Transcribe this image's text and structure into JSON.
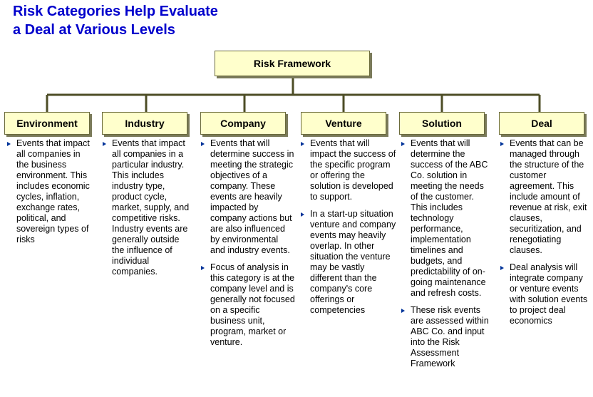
{
  "title": {
    "line1": "Risk Categories Help Evaluate",
    "line2": "a Deal at Various Levels"
  },
  "root": "Risk Framework",
  "categories": [
    {
      "label": "Environment",
      "bullets": [
        "Events that impact all companies in the business environment.  This includes economic cycles, inflation, exchange rates, political, and sovereign types of risks"
      ]
    },
    {
      "label": "Industry",
      "bullets": [
        "Events that impact all companies in a particular industry.  This includes industry type, product cycle, market, supply, and competitive risks.  Industry events are generally outside the influence of individual companies."
      ]
    },
    {
      "label": "Company",
      "bullets": [
        "Events that will determine success in meeting the strategic objectives of a company.  These events are heavily impacted by company actions but are also influenced by environmental and industry events.",
        "Focus of analysis in this category is at the company level and is generally not focused on a specific business unit, program, market or venture."
      ]
    },
    {
      "label": "Venture",
      "bullets": [
        "Events that will impact the success of the specific program or offering the solution is developed to support.",
        "In a start-up situation venture and company events may heavily overlap.  In other situation the venture may be vastly different than the company's core offerings or competencies"
      ]
    },
    {
      "label": "Solution",
      "bullets": [
        "Events that will determine the success of the ABC Co. solution in meeting the needs of the customer.  This includes technology performance, implementation timelines and budgets, and predictability of on-going maintenance and refresh costs.",
        "These risk events are assessed within ABC Co. and input into the Risk Assessment Framework"
      ]
    },
    {
      "label": "Deal",
      "bullets": [
        "Events that can be managed through the structure of the customer agreement.  This include amount of revenue at risk, exit clauses, securitization, and renegotiating clauses.",
        "Deal analysis will integrate company or venture events with solution events to project deal economics"
      ]
    }
  ],
  "colors": {
    "title": "#0000cc",
    "box_fill": "#ffffcc",
    "connector": "#4d4d26",
    "bullet": "#003399"
  }
}
